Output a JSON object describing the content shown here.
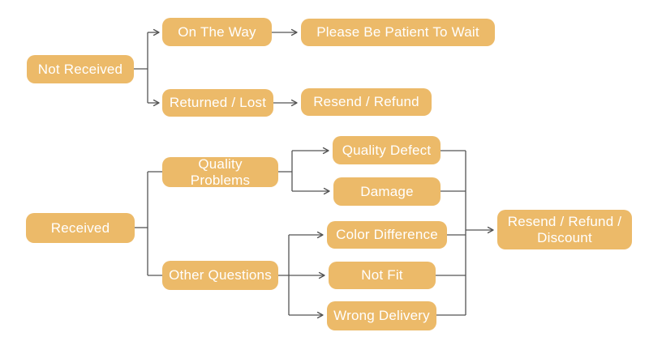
{
  "diagram": {
    "type": "flowchart",
    "colors": {
      "background": "#ffffff",
      "node_fill": "#ecba69",
      "node_text": "#ffffff",
      "connector": "#545454"
    },
    "nodes": {
      "not_received": "Not Received",
      "on_the_way": "On The Way",
      "please_be_patient": "Please Be Patient To Wait",
      "returned_lost": "Returned / Lost",
      "resend_refund": "Resend / Refund",
      "received": "Received",
      "quality_problems": "Quality Problems",
      "other_questions": "Other Questions",
      "quality_defect": "Quality Defect",
      "damage": "Damage",
      "color_difference": "Color Difference",
      "not_fit": "Not Fit",
      "wrong_delivery": "Wrong Delivery",
      "resend_refund_discount": "Resend / Refund / Discount"
    },
    "edges": [
      {
        "from": "Not Received",
        "to": "On The Way",
        "arrow": true
      },
      {
        "from": "Not Received",
        "to": "Returned / Lost",
        "arrow": true
      },
      {
        "from": "On The Way",
        "to": "Please Be Patient To Wait",
        "arrow": true
      },
      {
        "from": "Returned / Lost",
        "to": "Resend / Refund",
        "arrow": true
      },
      {
        "from": "Received",
        "to": "Quality Problems",
        "arrow": false
      },
      {
        "from": "Received",
        "to": "Other Questions",
        "arrow": false
      },
      {
        "from": "Quality Problems",
        "to": "Quality Defect",
        "arrow": true
      },
      {
        "from": "Quality Problems",
        "to": "Damage",
        "arrow": true
      },
      {
        "from": "Other Questions",
        "to": "Color Difference",
        "arrow": true
      },
      {
        "from": "Other Questions",
        "to": "Not Fit",
        "arrow": true
      },
      {
        "from": "Other Questions",
        "to": "Wrong Delivery",
        "arrow": true
      },
      {
        "from": "Quality Defect",
        "to": "Resend / Refund / Discount",
        "arrow": true
      },
      {
        "from": "Damage",
        "to": "Resend / Refund / Discount",
        "arrow": true
      },
      {
        "from": "Color Difference",
        "to": "Resend / Refund / Discount",
        "arrow": true
      },
      {
        "from": "Not Fit",
        "to": "Resend / Refund / Discount",
        "arrow": true
      },
      {
        "from": "Wrong Delivery",
        "to": "Resend / Refund / Discount",
        "arrow": true
      }
    ]
  }
}
